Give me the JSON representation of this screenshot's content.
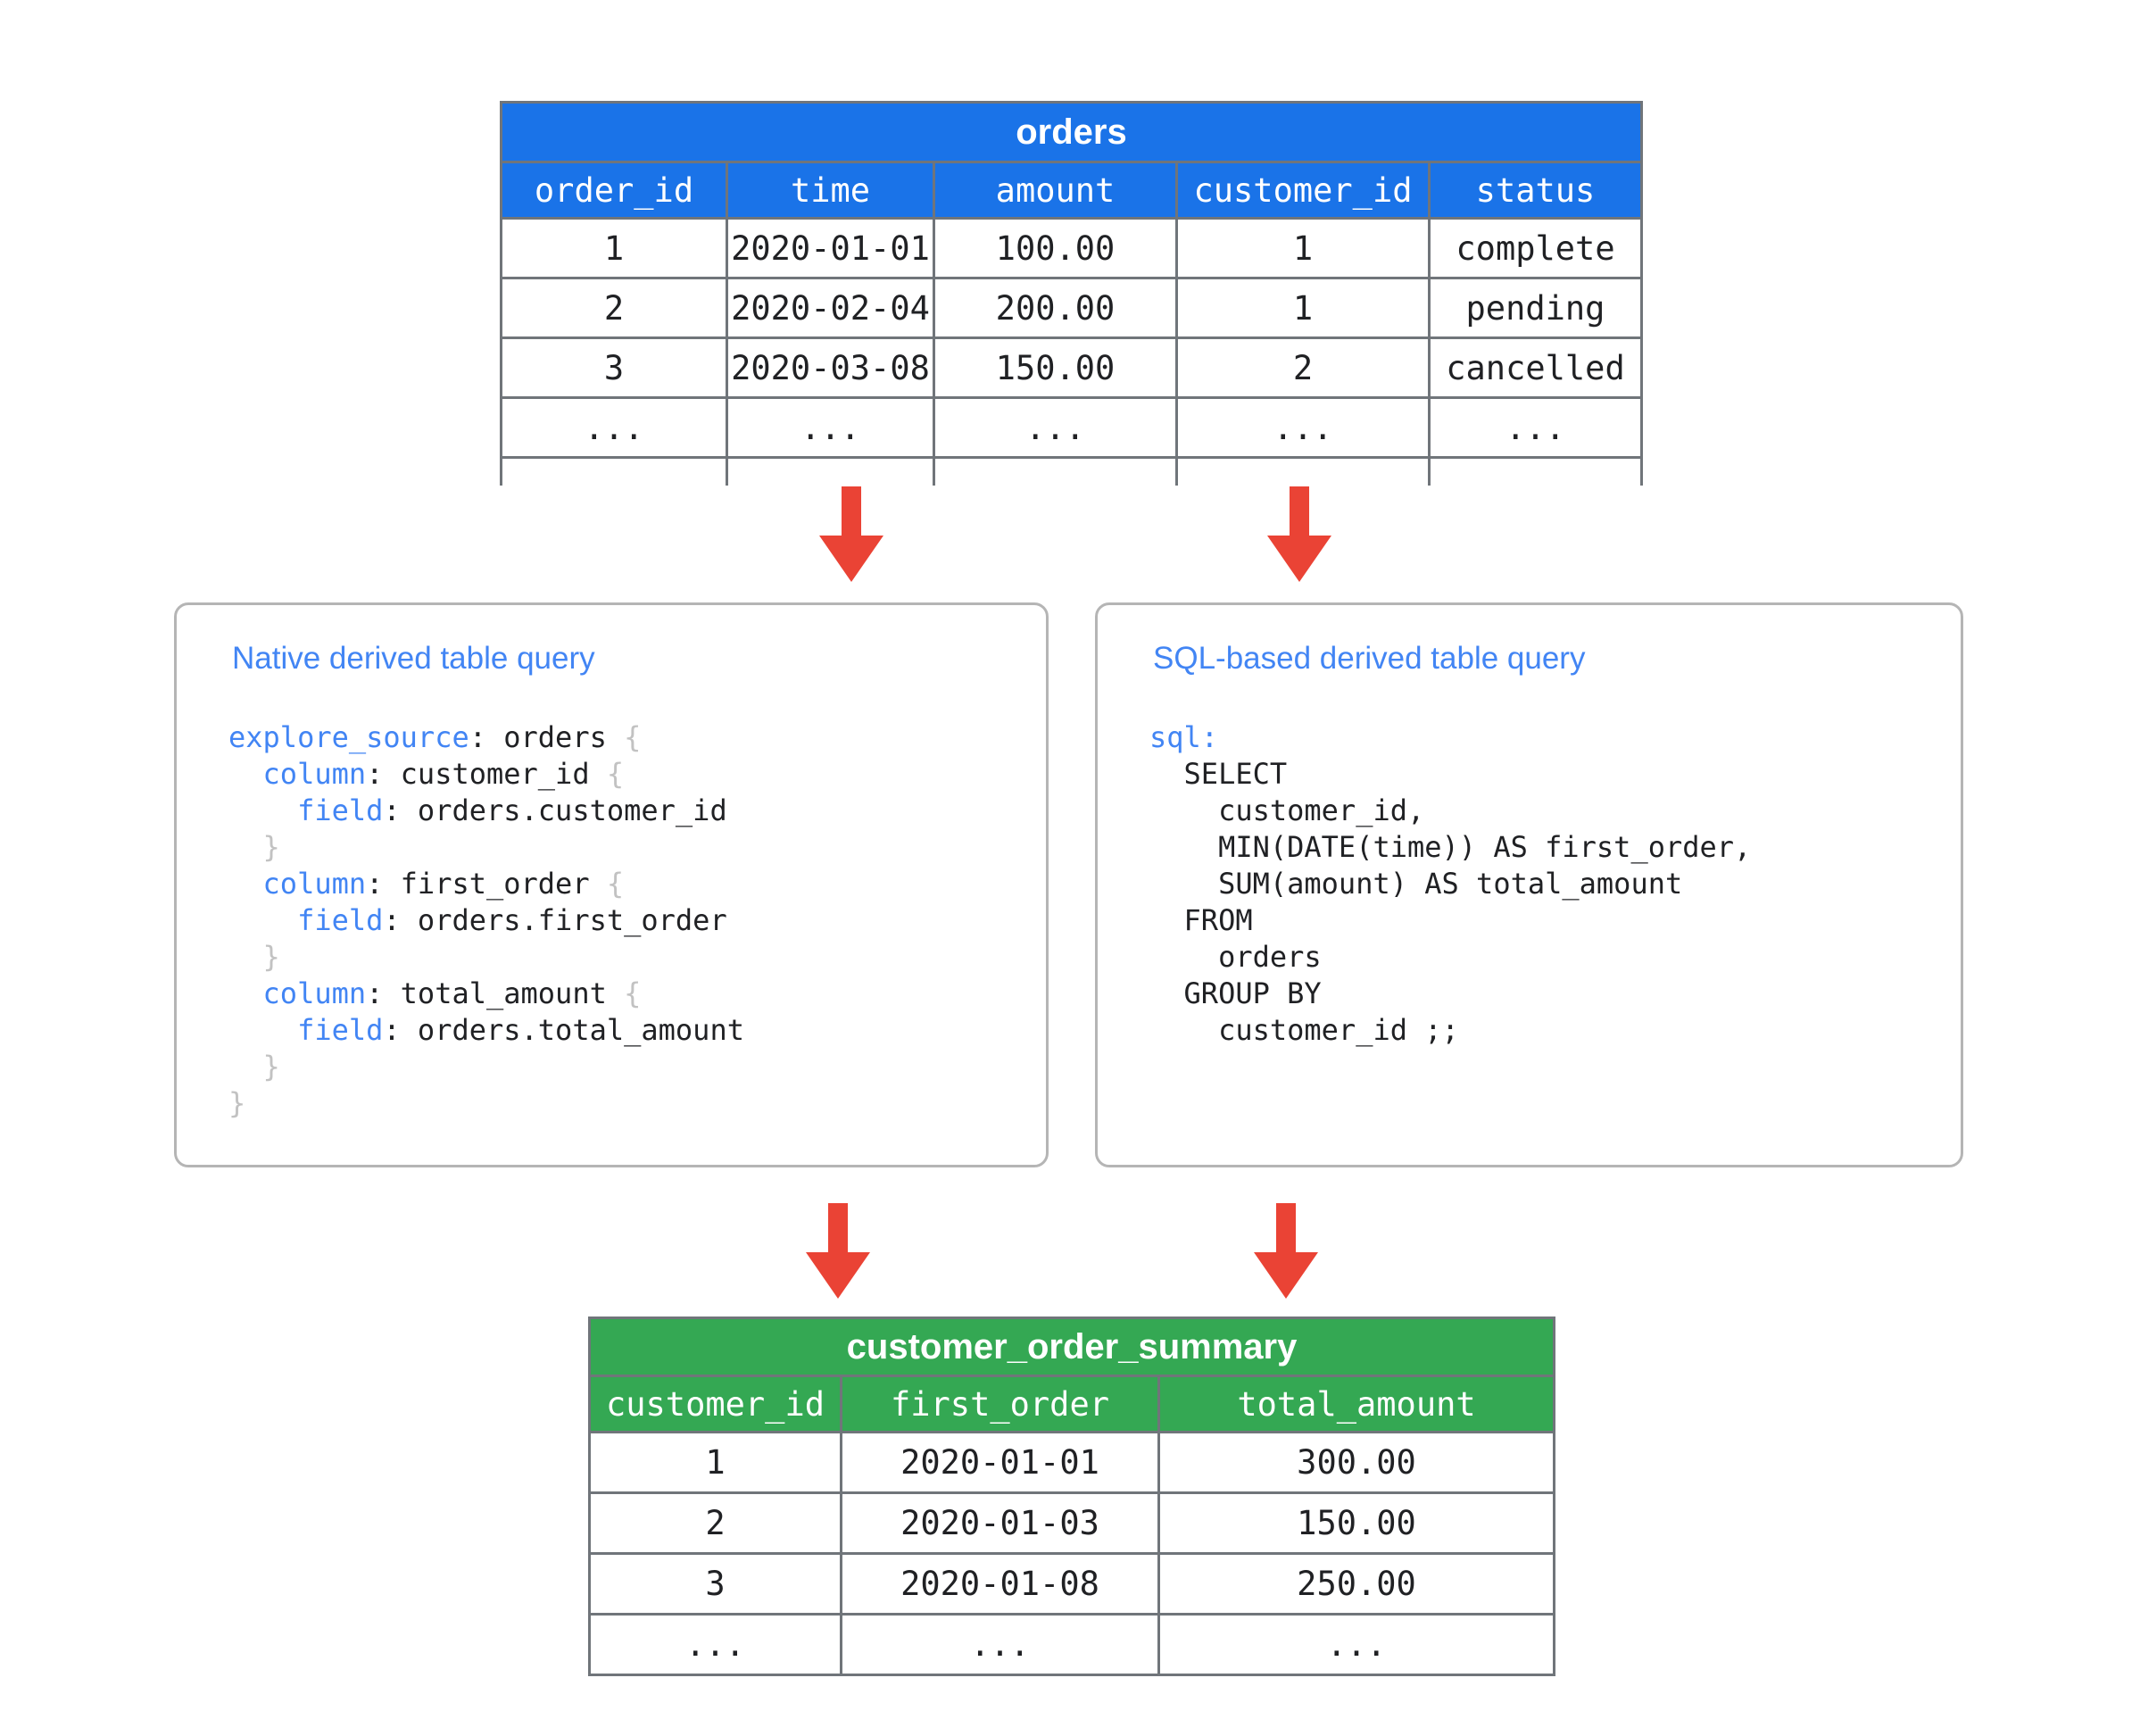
{
  "diagram": {
    "title_hidden": "Looker derived table diagram",
    "colors": {
      "source_table_header": "#1a73e8",
      "result_table_header": "#34a853",
      "arrow": "#ea4335",
      "card_border": "#b5b5b5",
      "card_title": "#4285f4",
      "keyword": "#4285f4",
      "brace": "#c2c2c2",
      "cell_text": "#202124",
      "grid_line": "#70757a"
    }
  },
  "source_table": {
    "name": "orders",
    "columns": [
      "order_id",
      "time",
      "amount",
      "customer_id",
      "status"
    ],
    "rows": [
      [
        "1",
        "2020-01-01",
        "100.00",
        "1",
        "complete"
      ],
      [
        "2",
        "2020-02-04",
        "200.00",
        "1",
        "pending"
      ],
      [
        "3",
        "2020-03-08",
        "150.00",
        "2",
        "cancelled"
      ],
      [
        "...",
        "...",
        "...",
        "...",
        "..."
      ]
    ],
    "has_truncated_row": true
  },
  "result_table": {
    "name": "customer_order_summary",
    "columns": [
      "customer_id",
      "first_order",
      "total_amount"
    ],
    "rows": [
      [
        "1",
        "2020-01-01",
        "300.00"
      ],
      [
        "2",
        "2020-01-03",
        "150.00"
      ],
      [
        "3",
        "2020-01-08",
        "250.00"
      ],
      [
        "...",
        "...",
        "..."
      ]
    ]
  },
  "cards": {
    "native": {
      "title": "Native derived table query",
      "code_lines": [
        [
          {
            "t": "explore_source",
            "c": "kw"
          },
          {
            "t": ": orders ",
            "c": "pl"
          },
          {
            "t": "{",
            "c": "br"
          }
        ],
        [
          {
            "t": "  ",
            "c": "pl"
          },
          {
            "t": "column",
            "c": "kw"
          },
          {
            "t": ": customer_id ",
            "c": "pl"
          },
          {
            "t": "{",
            "c": "br"
          }
        ],
        [
          {
            "t": "    ",
            "c": "pl"
          },
          {
            "t": "field",
            "c": "kw"
          },
          {
            "t": ": orders.customer_id",
            "c": "pl"
          }
        ],
        [
          {
            "t": "  ",
            "c": "pl"
          },
          {
            "t": "}",
            "c": "br"
          }
        ],
        [
          {
            "t": "  ",
            "c": "pl"
          },
          {
            "t": "column",
            "c": "kw"
          },
          {
            "t": ": first_order ",
            "c": "pl"
          },
          {
            "t": "{",
            "c": "br"
          }
        ],
        [
          {
            "t": "    ",
            "c": "pl"
          },
          {
            "t": "field",
            "c": "kw"
          },
          {
            "t": ": orders.first_order",
            "c": "pl"
          }
        ],
        [
          {
            "t": "  ",
            "c": "pl"
          },
          {
            "t": "}",
            "c": "br"
          }
        ],
        [
          {
            "t": "  ",
            "c": "pl"
          },
          {
            "t": "column",
            "c": "kw"
          },
          {
            "t": ": total_amount ",
            "c": "pl"
          },
          {
            "t": "{",
            "c": "br"
          }
        ],
        [
          {
            "t": "    ",
            "c": "pl"
          },
          {
            "t": "field",
            "c": "kw"
          },
          {
            "t": ": orders.total_amount",
            "c": "pl"
          }
        ],
        [
          {
            "t": "  ",
            "c": "pl"
          },
          {
            "t": "}",
            "c": "br"
          }
        ],
        [
          {
            "t": "}",
            "c": "br"
          }
        ]
      ]
    },
    "sql": {
      "title": "SQL-based derived table query",
      "code_lines": [
        [
          {
            "t": "sql:",
            "c": "kw"
          }
        ],
        [
          {
            "t": "  SELECT",
            "c": "pl"
          }
        ],
        [
          {
            "t": "    customer_id,",
            "c": "pl"
          }
        ],
        [
          {
            "t": "    MIN(DATE(time)) AS first_order,",
            "c": "pl"
          }
        ],
        [
          {
            "t": "    SUM(amount) AS total_amount",
            "c": "pl"
          }
        ],
        [
          {
            "t": "  FROM",
            "c": "pl"
          }
        ],
        [
          {
            "t": "    orders",
            "c": "pl"
          }
        ],
        [
          {
            "t": "  GROUP BY",
            "c": "pl"
          }
        ],
        [
          {
            "t": "    customer_id ;;",
            "c": "pl"
          }
        ]
      ]
    }
  },
  "arrows": {
    "top_left": {
      "label": "orders-to-native-arrow"
    },
    "top_right": {
      "label": "orders-to-sql-arrow"
    },
    "bottom_left": {
      "label": "native-to-summary-arrow"
    },
    "bottom_right": {
      "label": "sql-to-summary-arrow"
    }
  }
}
